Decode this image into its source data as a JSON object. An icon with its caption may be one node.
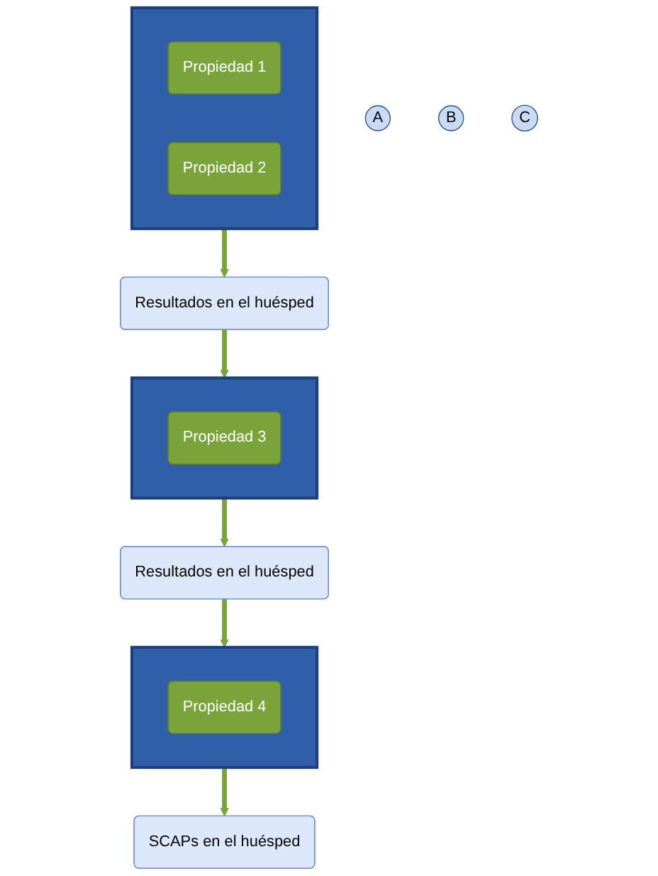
{
  "diagram": {
    "nodes": [
      {
        "text": [],
        "shape": "box"
      },
      {
        "text": [
          "Propiedad 1"
        ],
        "in": 0
      },
      {
        "text": [
          "Propiedad 2"
        ],
        "in": 0
      },
      {
        "text": [
          "A"
        ]
      },
      {
        "text": [
          "Resultados en el huésped"
        ]
      },
      {
        "text": [],
        "shape": "box"
      },
      {
        "text": [
          "Propiedad 3"
        ],
        "in": 5
      },
      {
        "text": [
          "B"
        ]
      },
      {
        "text": [
          "Resultados en el huésped"
        ]
      },
      {
        "text": [],
        "shape": "box"
      },
      {
        "text": [
          "Propiedad 4"
        ],
        "in": 9
      },
      {
        "text": [
          "C"
        ]
      },
      {
        "text": [
          "SCAPs en el huésped"
        ]
      }
    ],
    "edges": [
      {
        "from": 0,
        "to": 4,
        "arrow": "to"
      },
      {
        "from": 4,
        "to": 5,
        "arrow": "to"
      },
      {
        "from": 5,
        "to": 8,
        "arrow": "to"
      },
      {
        "from": 8,
        "to": 9,
        "arrow": "to"
      },
      {
        "from": 9,
        "to": 12,
        "arrow": "to"
      }
    ]
  }
}
